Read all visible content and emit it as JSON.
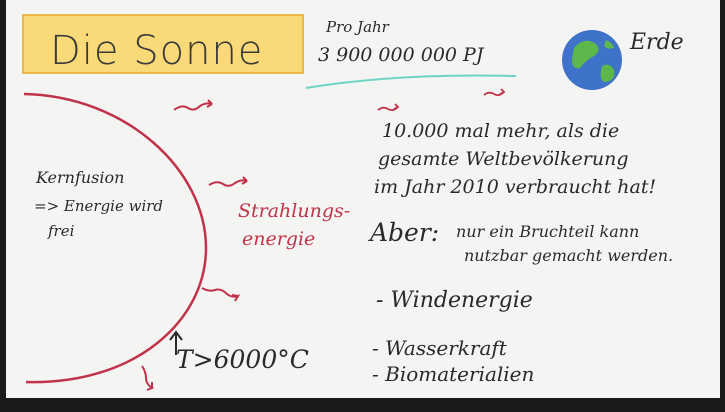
{
  "title": "Die Sonne",
  "pro_jahr": {
    "label": "Pro Jahr",
    "value": "3 900 000 000 PJ"
  },
  "erde": "Erde",
  "sun": {
    "kernfusion": "Kernfusion",
    "energie_line1": "=> Energie wird",
    "energie_line2": "frei",
    "temperature": "T>6000°C"
  },
  "strahlung": {
    "line1": "Strahlungs-",
    "line2": "energie"
  },
  "comparison": {
    "line1": "10.000 mal mehr, als die",
    "line2": "gesamte Weltbevölkerung",
    "line3": "im Jahr 2010 verbraucht hat!"
  },
  "aber": {
    "label": "Aber:",
    "line1": "nur ein Bruchteil kann",
    "line2": "nutzbar gemacht werden."
  },
  "list": [
    "- Windenergie",
    "- Wasserkraft",
    "- Biomaterialien"
  ],
  "colors": {
    "title_bg": "#f9d978",
    "sun_red": "#c0334a",
    "ink": "#2a2a2a",
    "accent_teal": "#6fd3c4",
    "earth_blue": "#3f73c9",
    "earth_green": "#5cb84a"
  }
}
